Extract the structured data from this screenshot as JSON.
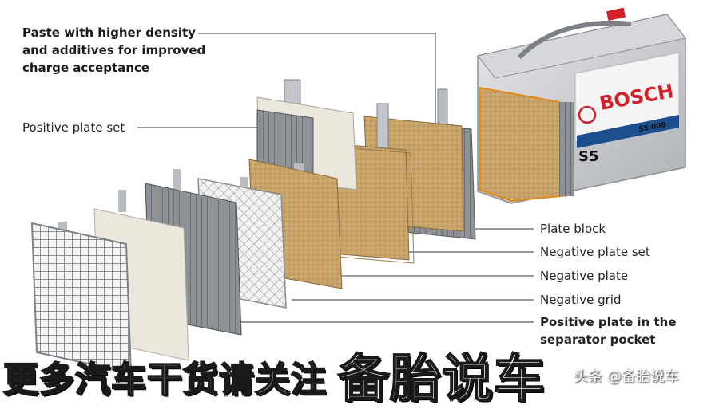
{
  "callouts": {
    "paste": "Paste with higher density and additives for improved charge acceptance",
    "positive_plate_set": "Positive plate set",
    "plate_block": "Plate block",
    "negative_plate_set": "Negative plate set",
    "negative_plate": "Negative plate",
    "negative_grid": "Negative grid",
    "positive_plate_separator": "Positive plate in the separator pocket"
  },
  "battery": {
    "brand": "BOSCH",
    "model": "S5",
    "badge": "S5 008"
  },
  "overlay": {
    "headline": "更多汽车干货请关注",
    "channel": "备胎说车",
    "watermark": "头条 @备胎说车"
  },
  "colors": {
    "brand_red": "#d3202a",
    "paste_tan": "#c9a46a",
    "grid_gray": "#9a9da2",
    "separator_white": "#ece7dc"
  }
}
